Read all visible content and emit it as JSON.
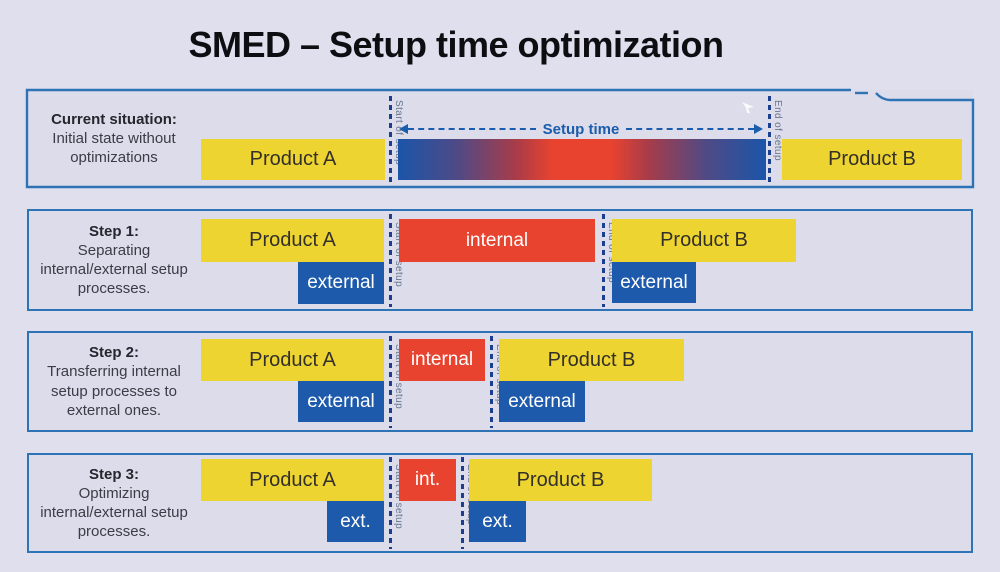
{
  "title": "SMED – Setup time optimization",
  "labels": {
    "setup_time": "Setup time",
    "start_of_setup": "Start of setup",
    "end_of_setup": "End of setup"
  },
  "rows": [
    {
      "heading": "Current situation:",
      "desc": [
        "Initial state without",
        "optimizations"
      ],
      "product_a": "Product A",
      "product_b": "Product B"
    },
    {
      "heading": "Step 1:",
      "desc": [
        "Separating",
        "internal/external setup",
        "processes."
      ],
      "product_a": "Product A",
      "product_b": "Product B",
      "internal": "internal",
      "external": "external"
    },
    {
      "heading": "Step 2:",
      "desc": [
        "Transferring internal",
        "setup processes to",
        "external ones."
      ],
      "product_a": "Product A",
      "product_b": "Product B",
      "internal": "internal",
      "external": "external"
    },
    {
      "heading": "Step 3:",
      "desc": [
        "Optimizing",
        "internal/external setup",
        "processes."
      ],
      "product_a": "Product A",
      "product_b": "Product B",
      "internal": "int.",
      "external": "ext."
    }
  ],
  "colors": {
    "bg": "#dfdfee",
    "panel": "#dcdcea",
    "border": "#2e73b6",
    "yellow": "#eed431",
    "red": "#e8432f",
    "blue": "#1d5aab",
    "navy": "#1c3e8e",
    "accent": "#1a5cad",
    "muted": "#68778f",
    "title_color": "#0e0e12",
    "text_dark": "#26262e",
    "text_body": "#3c3c46",
    "bar_text_dark": "#33302a"
  }
}
